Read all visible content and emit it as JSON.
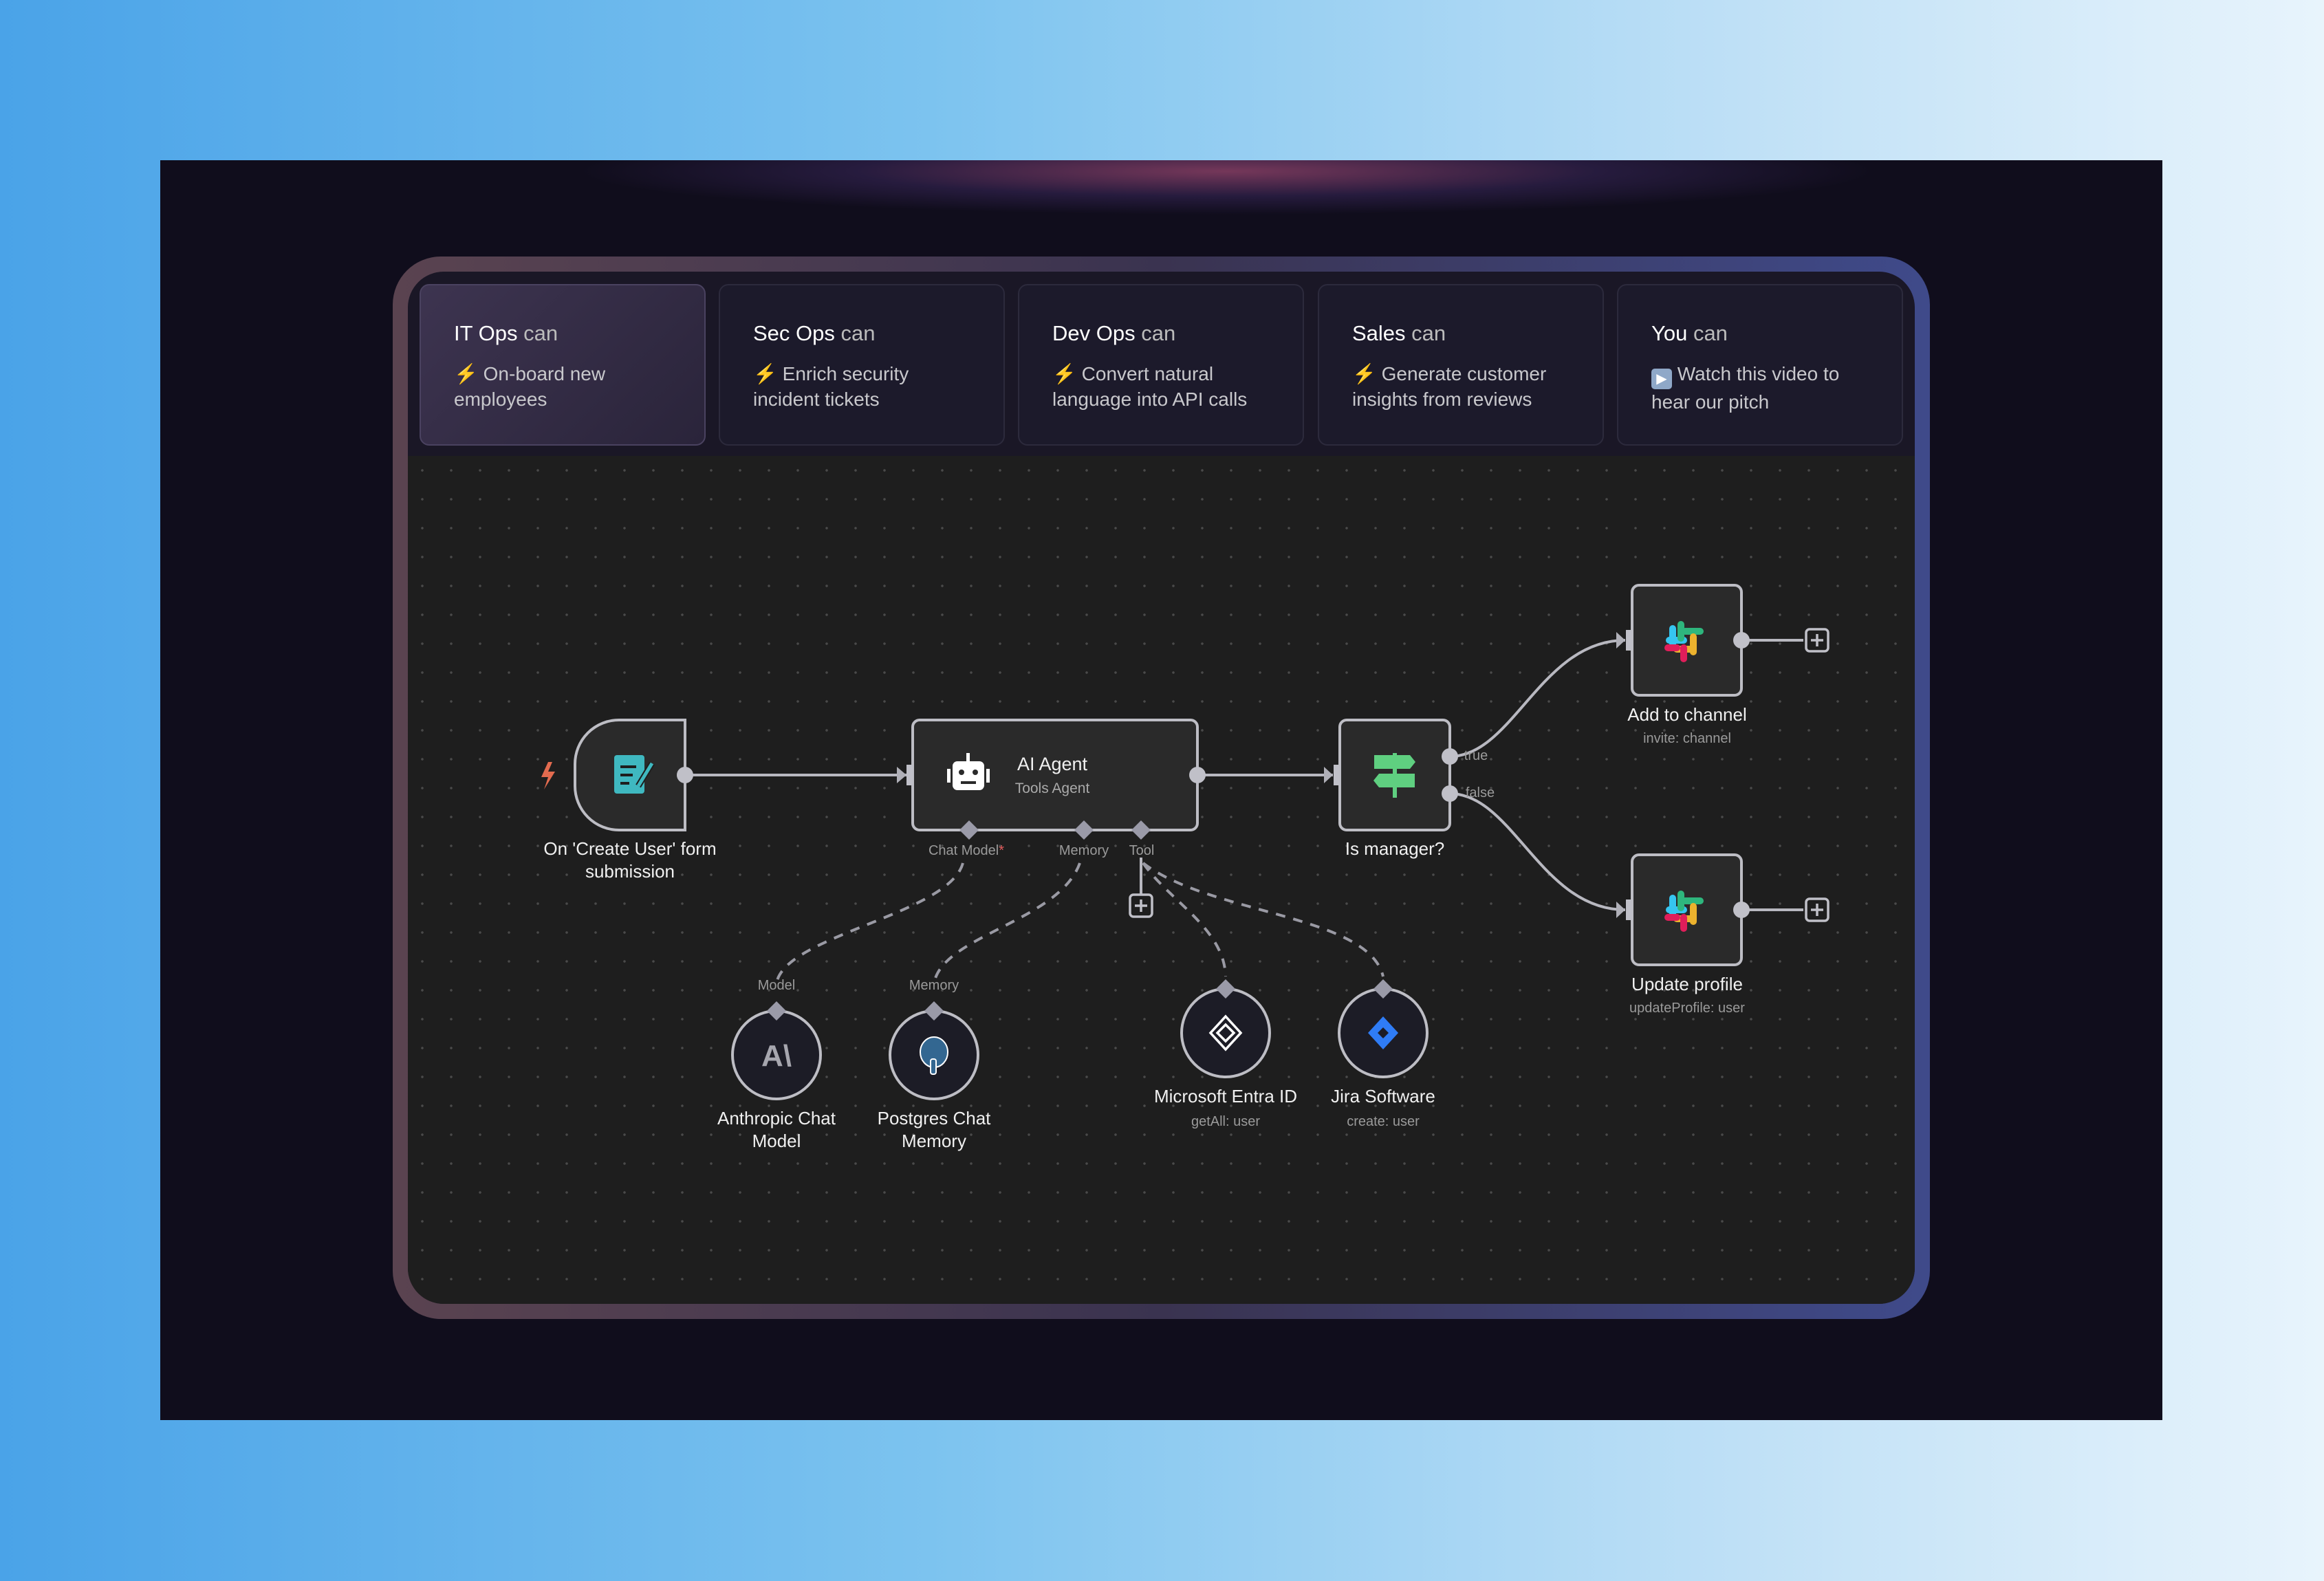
{
  "tabs": [
    {
      "team": "IT Ops",
      "can": "can",
      "icon": "lightning-icon",
      "desc": "On-board new employees",
      "active": true
    },
    {
      "team": "Sec Ops",
      "can": "can",
      "icon": "lightning-icon",
      "desc": "Enrich security incident tickets"
    },
    {
      "team": "Dev Ops",
      "can": "can",
      "icon": "lightning-icon",
      "desc": "Convert natural language into API calls"
    },
    {
      "team": "Sales",
      "can": "can",
      "icon": "lightning-icon",
      "desc": "Generate customer insights from reviews"
    },
    {
      "team": "You",
      "can": "can",
      "icon": "play-icon",
      "desc": "Watch this video to hear our pitch"
    }
  ],
  "nodes": {
    "trigger": {
      "label": "On 'Create User' form submission"
    },
    "agent": {
      "title": "AI Agent",
      "subtitle": "Tools Agent",
      "ports": {
        "chat_model": "Chat Model",
        "required": "*",
        "memory": "Memory",
        "tool": "Tool"
      }
    },
    "if": {
      "label": "Is manager?",
      "true": "true",
      "false": "false"
    },
    "slack1": {
      "label": "Add to channel",
      "sub": "invite: channel"
    },
    "slack2": {
      "label": "Update profile",
      "sub": "updateProfile: user"
    },
    "anthropic": {
      "label": "Anthropic Chat Model",
      "port": "Model",
      "logo": "A\\"
    },
    "postgres": {
      "label": "Postgres Chat Memory",
      "port": "Memory"
    },
    "entra": {
      "label": "Microsoft Entra ID",
      "sub": "getAll: user"
    },
    "jira": {
      "label": "Jira Software",
      "sub": "create: user"
    }
  },
  "colors": {
    "accent": "#e36b4f",
    "form": "#3fb8c0",
    "if": "#5fcf80",
    "jira": "#2f7cf6"
  }
}
